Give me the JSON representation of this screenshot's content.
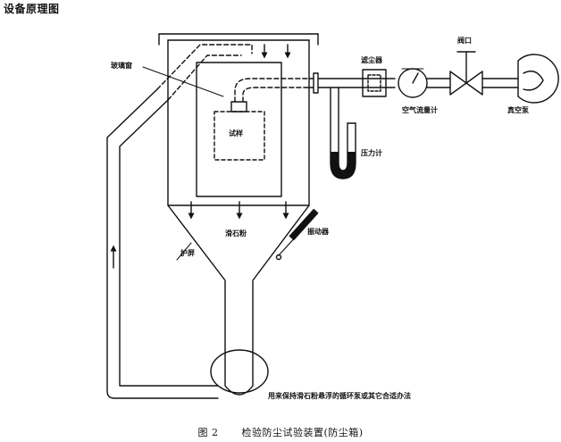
{
  "header": {
    "title": "设备原理图"
  },
  "labels": {
    "glass_window": "玻璃窗",
    "sample": "试样",
    "dust_filter": "滤尘器",
    "valve": "阀口",
    "air_flow_meter": "空气流量计",
    "vacuum_pump": "真空泵",
    "pressure_gauge": "压力计",
    "talc_powder": "滑石粉",
    "vibrator": "振动器",
    "guard_screen": "护屏",
    "circulation_pump": "用来保持滑石粉悬浮的循环泵或其它合适办法"
  },
  "caption": {
    "figure_number": "图 2",
    "figure_title": "检验防尘试验装置(防尘箱)"
  }
}
